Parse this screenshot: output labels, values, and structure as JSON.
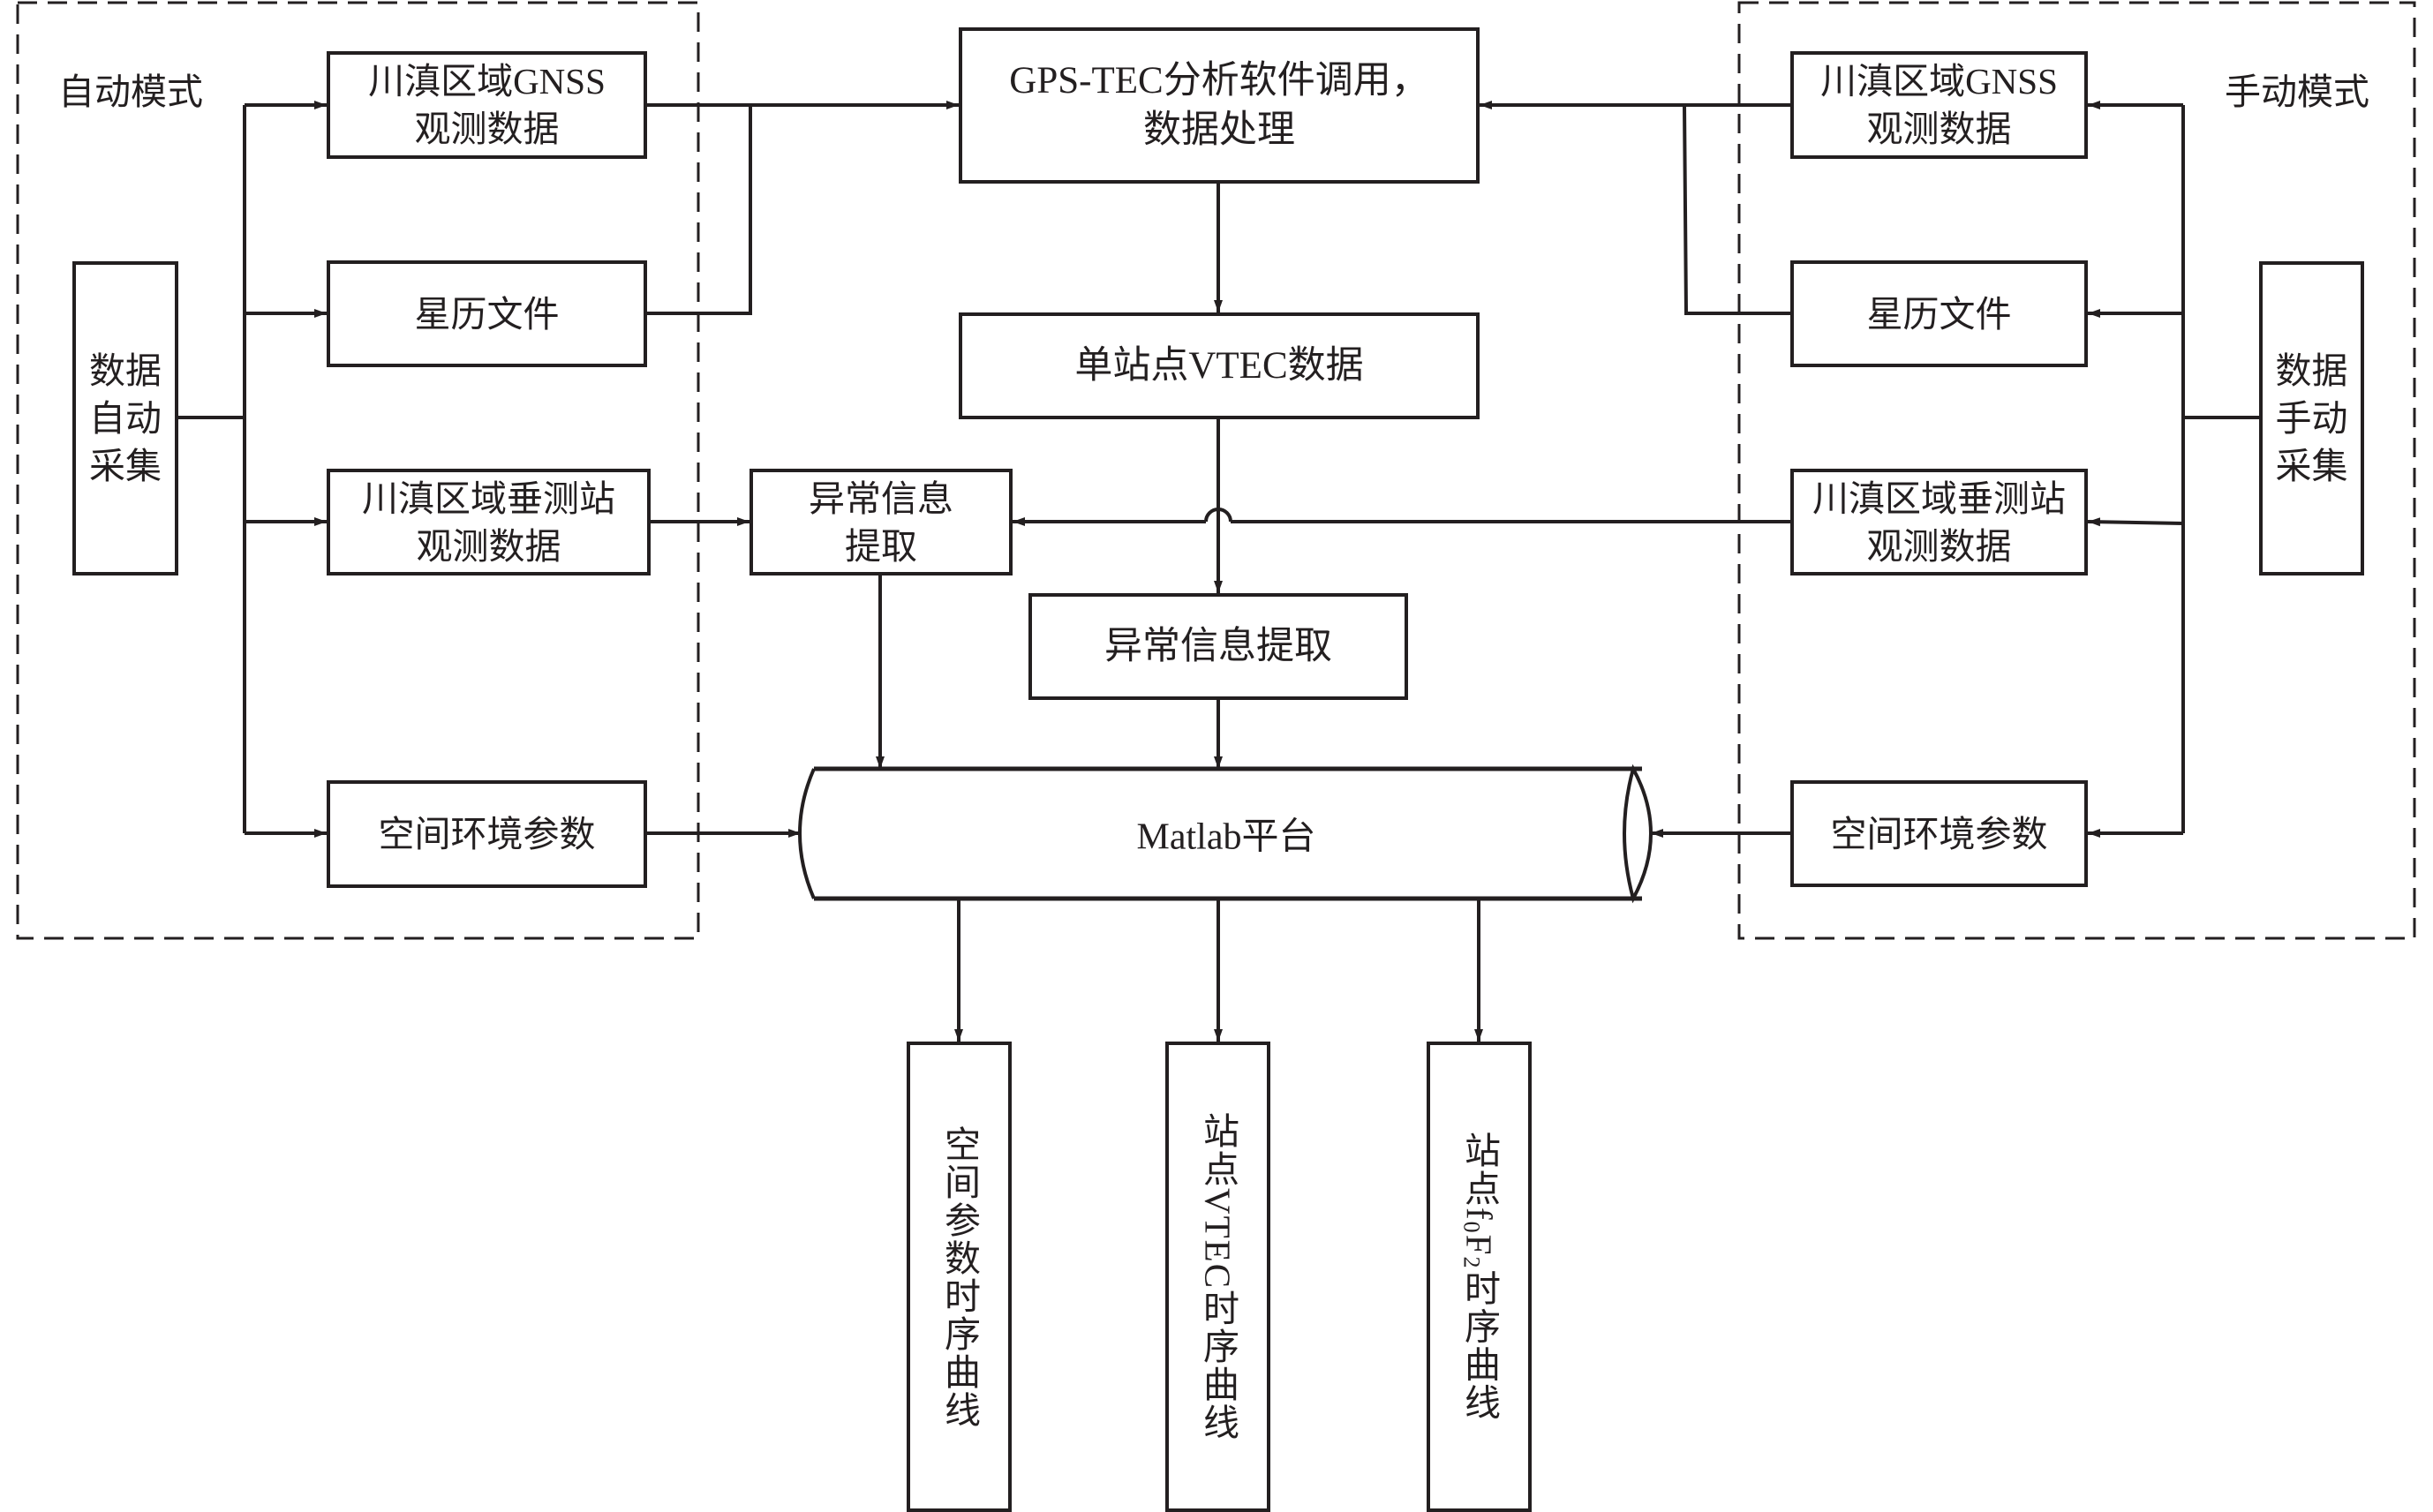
{
  "diagram": {
    "type": "flowchart",
    "auto_mode": {
      "label": "自动模式",
      "collector": [
        "数据",
        "自动",
        "采集"
      ],
      "gnss": [
        "川滇区域GNSS",
        "观测数据"
      ],
      "ephemeris": "星历文件",
      "ionosonde": [
        "川滇区域垂测站",
        "观测数据"
      ],
      "space_env": "空间环境参数"
    },
    "manual_mode": {
      "label": "手动模式",
      "collector": [
        "数据",
        "手动",
        "采集"
      ],
      "gnss": [
        "川滇区域GNSS",
        "观测数据"
      ],
      "ephemeris": "星历文件",
      "ionosonde": [
        "川滇区域垂测站",
        "观测数据"
      ],
      "space_env": "空间环境参数"
    },
    "center": {
      "gps_tec": [
        "GPS-TEC分析软件调用，",
        "数据处理"
      ],
      "vtec": "单站点VTEC数据",
      "anomaly_left": [
        "异常信息",
        "提取"
      ],
      "anomaly_center": "异常信息提取",
      "platform": "Matlab平台"
    },
    "outputs": [
      {
        "id": "space_params_curve",
        "text": "空间参数时序曲线"
      },
      {
        "id": "vtec_curve",
        "prefix": "站点",
        "latin": "VTEC",
        "suffix": "时序曲线"
      },
      {
        "id": "fof2_curve",
        "prefix": "站点",
        "f": "f",
        "sub1": "0",
        "F": "F",
        "sub2": "2",
        "suffix": "时序曲线"
      }
    ],
    "edges": [
      [
        "auto.collector",
        "auto.gnss"
      ],
      [
        "auto.collector",
        "auto.ephemeris"
      ],
      [
        "auto.collector",
        "auto.ionosonde"
      ],
      [
        "auto.collector",
        "auto.space_env"
      ],
      [
        "auto.gnss",
        "center.gps_tec"
      ],
      [
        "auto.ephemeris",
        "center.gps_tec"
      ],
      [
        "auto.ionosonde",
        "center.anomaly_left"
      ],
      [
        "auto.space_env",
        "center.platform"
      ],
      [
        "manual.collector",
        "manual.gnss"
      ],
      [
        "manual.collector",
        "manual.ephemeris"
      ],
      [
        "manual.collector",
        "manual.ionosonde"
      ],
      [
        "manual.collector",
        "manual.space_env"
      ],
      [
        "manual.gnss",
        "center.gps_tec"
      ],
      [
        "manual.ephemeris",
        "center.gps_tec"
      ],
      [
        "manual.ionosonde",
        "center.anomaly_left"
      ],
      [
        "manual.space_env",
        "center.platform"
      ],
      [
        "center.gps_tec",
        "center.vtec"
      ],
      [
        "center.vtec",
        "center.anomaly_center"
      ],
      [
        "center.anomaly_left",
        "center.platform"
      ],
      [
        "center.anomaly_center",
        "center.platform"
      ],
      [
        "center.platform",
        "outputs.space_params_curve"
      ],
      [
        "center.platform",
        "outputs.vtec_curve"
      ],
      [
        "center.platform",
        "outputs.fof2_curve"
      ]
    ]
  }
}
